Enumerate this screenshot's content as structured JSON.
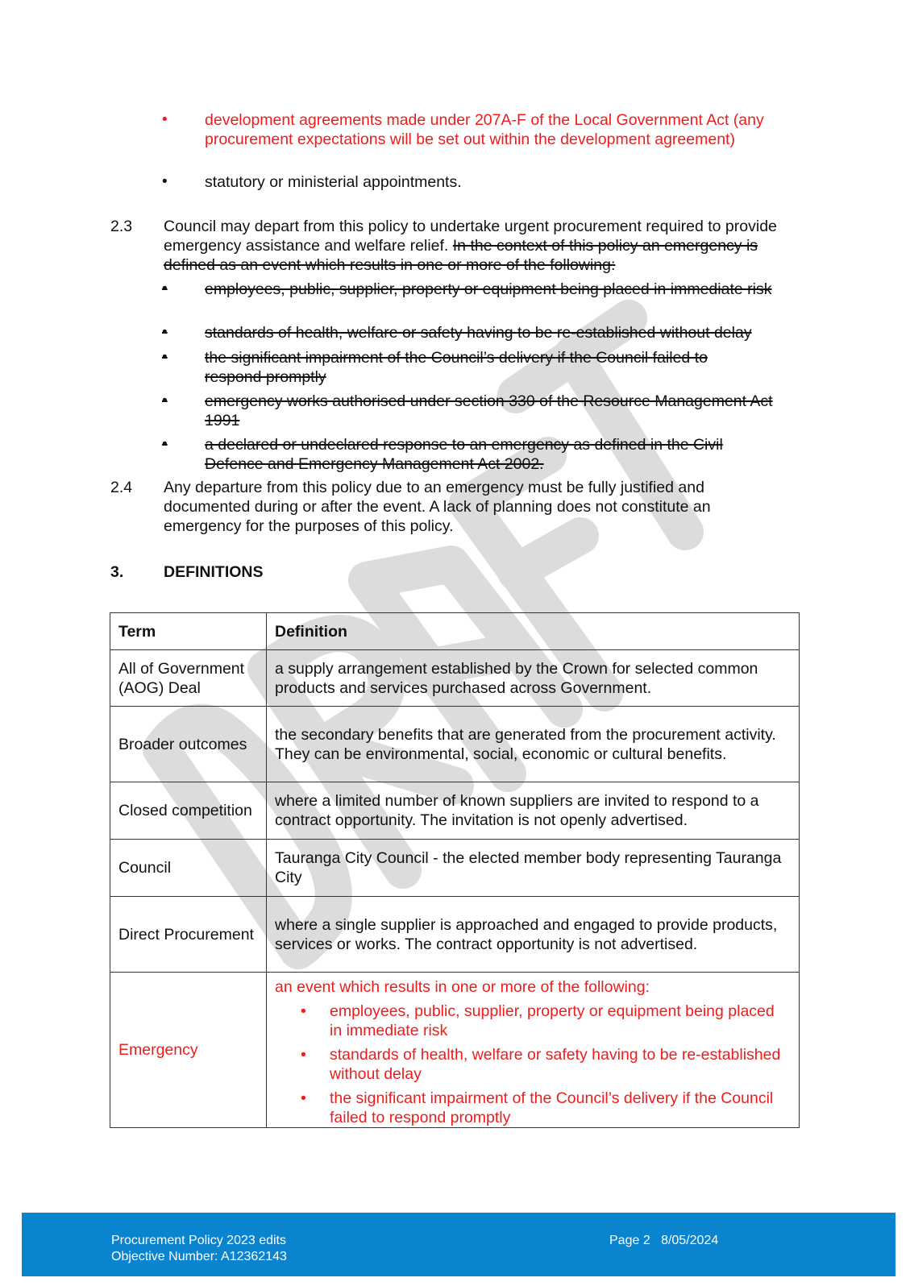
{
  "bullets_top": [
    {
      "text": "development agreements made under 207A-F of the Local Government Act (any procurement expectations will be set out within the development agreement)",
      "color": "#ee1c1c"
    },
    {
      "text": "statutory or ministerial appointments."
    }
  ],
  "s23": {
    "num": "2.3",
    "text": "Council may depart from this policy to undertake urgent procurement required to provide emergency assistance and welfare relief.",
    "struck": "In the context of this policy an emergency is defined as an event which results in one or more of the following:"
  },
  "struck_bullets": [
    "employees, public, supplier, property or equipment being placed in immediate risk",
    "standards of health, welfare or safety having to be re-established without delay",
    "the significant impairment of the Council’s delivery if the Council failed to respond promptly",
    "emergency works authorised under section 330 of the Resource Management Act 1991",
    "a declared or undeclared response to an emergency as defined in the Civil Defence and Emergency Management Act 2002."
  ],
  "s24": {
    "num": "2.4",
    "text": "Any departure from this policy due to an emergency must be fully justified and documented during or after the event. A lack of planning does not constitute an emergency for the purposes of this policy."
  },
  "s3": {
    "num": "3.",
    "title": "DEFINITIONS"
  },
  "table": {
    "headers": [
      "Term",
      "Definition"
    ],
    "rows": [
      {
        "term": "All of Government (AOG) Deal",
        "definition": "a supply arrangement established by the Crown for selected common products and services purchased across Government."
      },
      {
        "term": "Broader outcomes",
        "definition": "the secondary benefits that are generated from the procurement activity. They can be environmental, social, economic or cultural benefits."
      },
      {
        "term": "Closed competition",
        "definition": "where a limited number of known suppliers are invited to respond to a contract opportunity. The invitation is not openly advertised."
      },
      {
        "term": "Council",
        "definition": "Tauranga City Council - the elected member body representing Tauranga City"
      },
      {
        "term": "Direct Procurement",
        "definition": "where a single supplier is approached and engaged to provide products, services or works. The contract opportunity is not advertised."
      }
    ],
    "emergency": {
      "term": "Emergency",
      "intro": "an event which results in one or more of the following:",
      "items": [
        "employees, public, supplier, property or equipment being placed in immediate risk",
        "standards of health, welfare or safety having to be re-established without delay",
        "the significant impairment of the Council’s delivery if the Council failed to respond promptly"
      ],
      "color": "#ee1c1c"
    }
  },
  "footer": {
    "title": "Procurement Policy 2023 edits",
    "objective": "Objective Number: A12362143",
    "page": "Page 2",
    "date": "8/05/2024",
    "bg": "#0a84cf"
  },
  "watermark": {
    "text": "DRAFT",
    "color": "#d9d9d9"
  },
  "bullet_glyph": "•"
}
